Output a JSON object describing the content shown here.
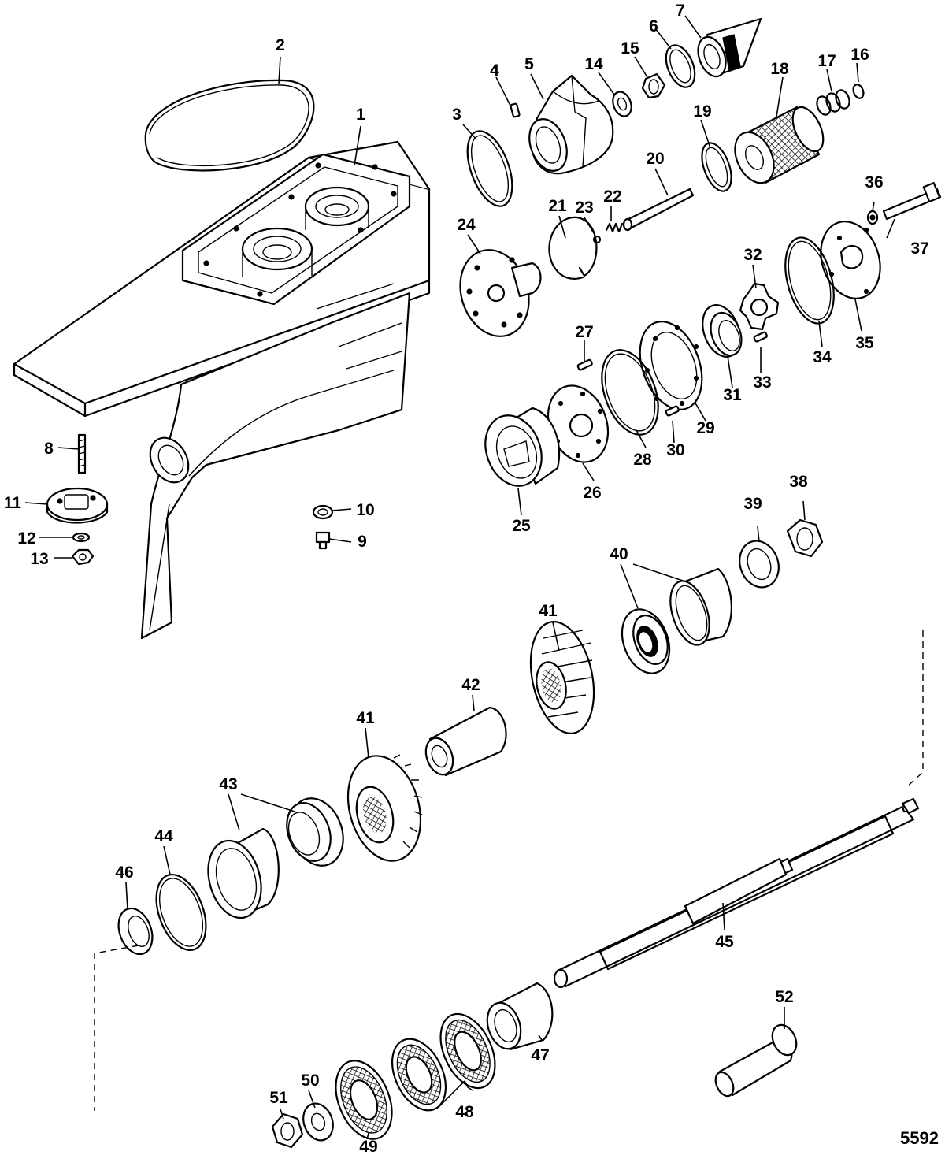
{
  "figure_number": "5592",
  "callouts": {
    "c1": "1",
    "c2": "2",
    "c3": "3",
    "c4": "4",
    "c5": "5",
    "c6": "6",
    "c7": "7",
    "c8": "8",
    "c9": "9",
    "c10": "10",
    "c11": "11",
    "c12": "12",
    "c13": "13",
    "c14": "14",
    "c15": "15",
    "c16": "16",
    "c17": "17",
    "c18": "18",
    "c19": "19",
    "c20": "20",
    "c21": "21",
    "c22": "22",
    "c23": "23",
    "c24": "24",
    "c25": "25",
    "c26": "26",
    "c27": "27",
    "c28": "28",
    "c29": "29",
    "c30": "30",
    "c31": "31",
    "c32": "32",
    "c33": "33",
    "c34": "34",
    "c35": "35",
    "c36": "36",
    "c37": "37",
    "c38": "38",
    "c39": "39",
    "c40": "40",
    "c41a": "41",
    "c41b": "41",
    "c42": "42",
    "c43": "43",
    "c44": "44",
    "c45": "45",
    "c46": "46",
    "c47": "47",
    "c48": "48",
    "c49": "49",
    "c50": "50",
    "c51": "51",
    "c52": "52"
  }
}
